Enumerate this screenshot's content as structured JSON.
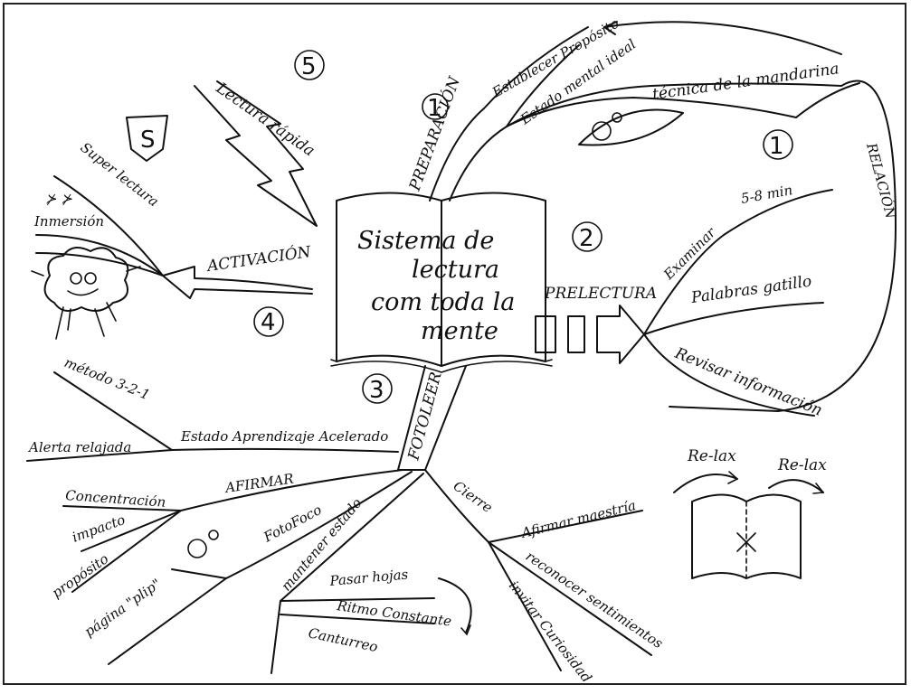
{
  "center": {
    "line1": "Sistema de",
    "line2": "lectura",
    "line3": "com toda la",
    "line4": "mente"
  },
  "numbers": {
    "n1": "1",
    "n1b": "1",
    "n2": "2",
    "n3": "3",
    "n4": "4",
    "n5": "5"
  },
  "badge": "S",
  "preparacion": {
    "main": "PREPARACIÓN",
    "establecer": "Establecer Propósito",
    "estado": "Estado mental ideal",
    "tecnica": "técnica de la mandarina",
    "relacion": "RELACIÓN"
  },
  "prelectura": {
    "main": "PRELECTURA",
    "examinar": "Examinar",
    "minutes": "5-8 min",
    "palabras": "Palabras gatillo",
    "revisar": "Revisar información"
  },
  "fotoleer": {
    "main": "FOTOLEER",
    "metodo": "método 3-2-1",
    "estado_aprendizaje": "Estado Aprendizaje Acelerado",
    "alerta": "Alerta relajada",
    "afirmar": "AFIRMAR",
    "concentracion": "Concentración",
    "impacto": "impacto",
    "proposito": "propósito",
    "fotofoco": "FotoFoco",
    "pagina": "página \"plip\"",
    "mantener": "mantener estado",
    "pasar": "Pasar hojas",
    "ritmo": "Ritmo Constante",
    "canturreo": "Canturreo",
    "cierre": "Cierre",
    "afirmar_maestria": "Afirmar maestría",
    "reconocer": "reconocer sentimientos",
    "invitar": "invitar Curiosidad",
    "relax1": "Re-lax",
    "relax2": "Re-lax"
  },
  "activacion": {
    "main": "ACTIVACIÓN",
    "super": "Super lectura",
    "inmersion": "Inmersión"
  },
  "lectura_rapida": "Lectura rápida"
}
